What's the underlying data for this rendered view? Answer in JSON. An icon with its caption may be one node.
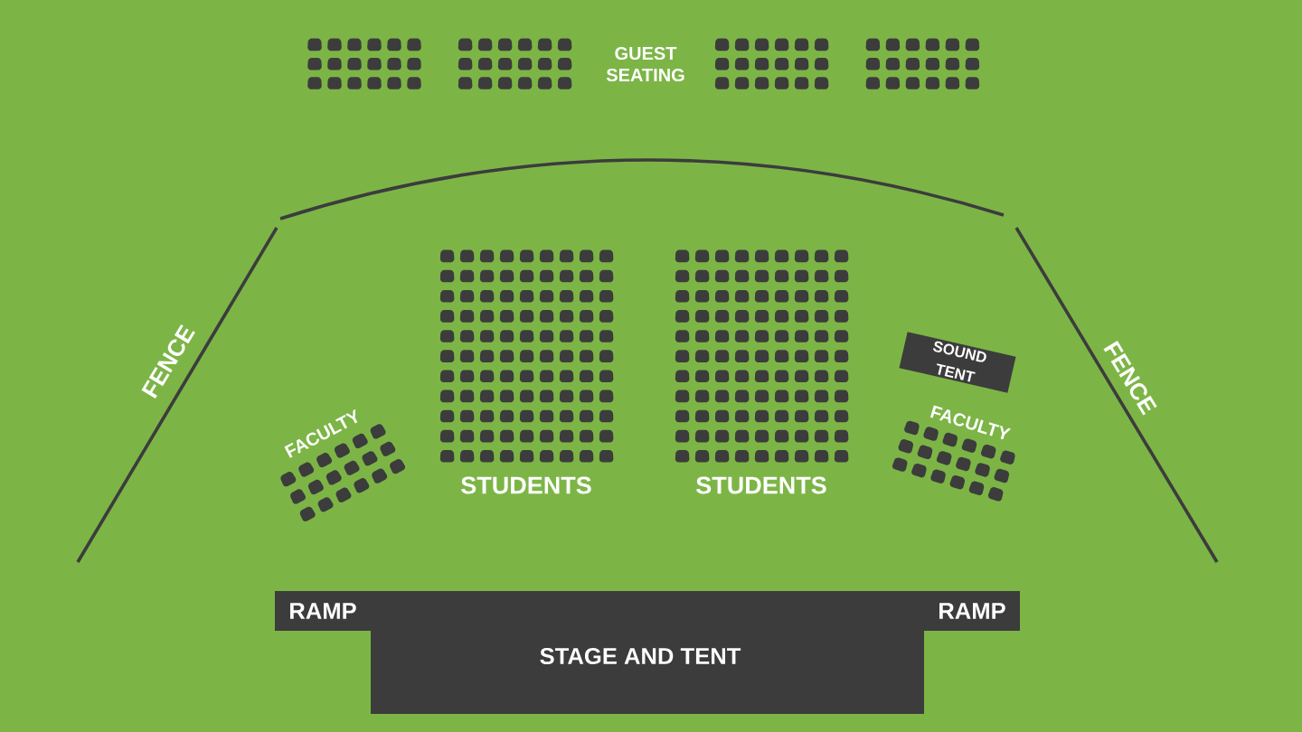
{
  "diagram": {
    "nodes": [
      {
        "text": [
          "SOUND TENT"
        ]
      },
      {
        "text": [
          "RAMP"
        ]
      },
      {
        "text": [
          "RAMP"
        ]
      },
      {
        "text": [
          "STAGE AND TENT"
        ]
      }
    ],
    "labels": [
      "GUEST SEATING",
      "FENCE",
      "FACULTY",
      "STUDENTS",
      "STUDENTS",
      "FACULTY",
      "FENCE"
    ]
  }
}
